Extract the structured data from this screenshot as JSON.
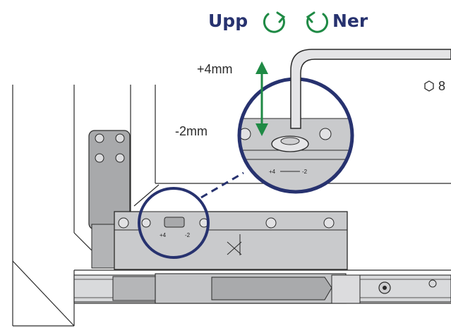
{
  "diagram": {
    "direction_up_label": "Upp",
    "direction_down_label": "Ner",
    "plus_adjust_label": "+4mm",
    "minus_adjust_label": "-2mm",
    "hex_key_label": "8",
    "scale_plus": "+4",
    "scale_minus": "-2",
    "colors": {
      "label_blue": "#27326f",
      "arrow_green": "#1f8a45",
      "metal_gray": "#c9cacc",
      "outline": "#2a2a2a"
    },
    "icons": [
      "rotate-cw-icon",
      "rotate-ccw-icon",
      "hexagon-icon",
      "vertical-double-arrow-icon"
    ]
  }
}
